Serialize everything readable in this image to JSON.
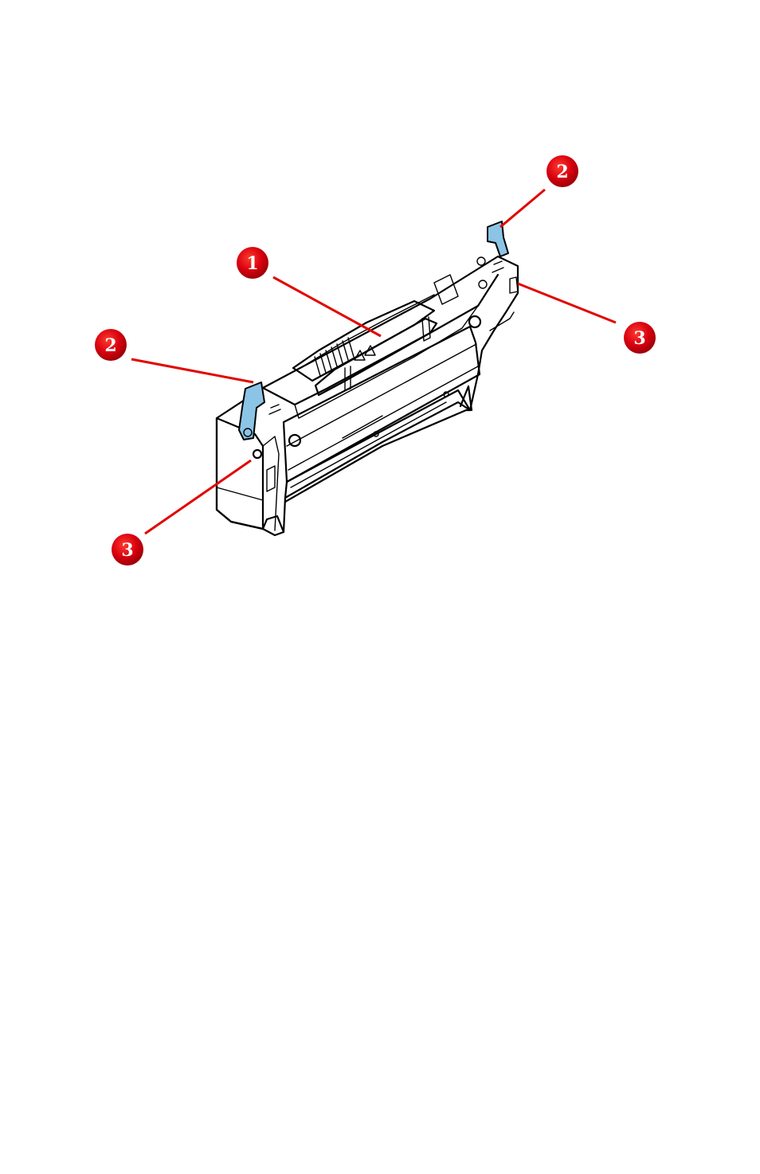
{
  "diagram": {
    "colors": {
      "callout_fill": "#d8000f",
      "callout_text": "#ffffff",
      "leader_line": "#e10600",
      "lever": "#8cc4e6",
      "outline": "#000000",
      "background": "#ffffff"
    },
    "callouts": [
      {
        "id": "c1",
        "label": "1"
      },
      {
        "id": "c2a",
        "label": "2"
      },
      {
        "id": "c2b",
        "label": "2"
      },
      {
        "id": "c3a",
        "label": "3"
      },
      {
        "id": "c3b",
        "label": "3"
      }
    ]
  }
}
